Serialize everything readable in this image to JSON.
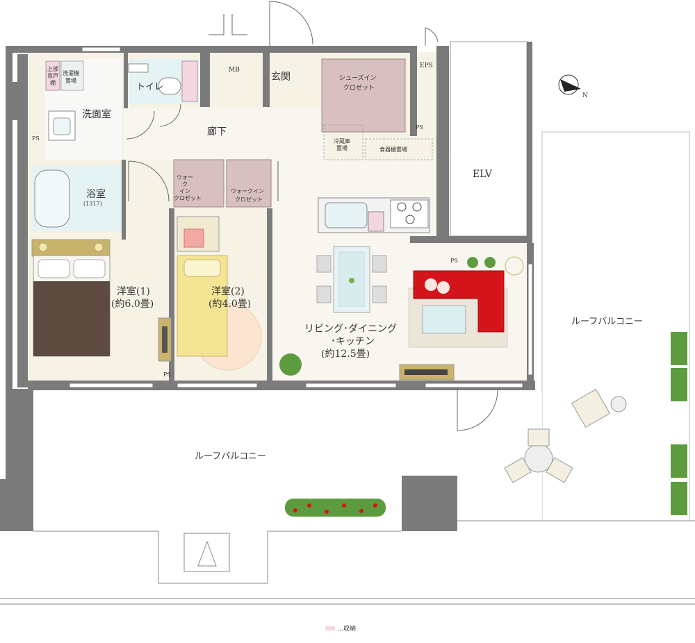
{
  "rooms": {
    "western1": {
      "name": "洋室(1)",
      "size": "(約6.0畳)"
    },
    "western2": {
      "name": "洋室(2)",
      "size": "(約4.0畳)"
    },
    "ldk_line1": "リビング･ダイニング",
    "ldk_line2": "･キッチン",
    "ldk_size": "(約12.5畳)",
    "washroom": "洗面室",
    "bath": "浴室",
    "bath_size": "(1317)",
    "toilet": "トイレ",
    "hallway": "廊下",
    "entrance": "玄関",
    "mb": "MB",
    "eps": "EPS",
    "elv": "ELV",
    "roof_balcony_right": "ルーフバルコニー",
    "roof_balcony_bottom": "ルーフバルコニー",
    "ps1": "PS",
    "ps2": "PS",
    "ps3": "PS",
    "ps4": "PS"
  },
  "storage": {
    "shoes_in_l1": "シューズイン",
    "shoes_in_l2": "クロゼット",
    "walkin1_l1": "ウォー",
    "walkin1_l2": "ク",
    "walkin1_l3": "イン",
    "walkin1_l4": "クロゼット",
    "walkin2_l1": "ウォークイン",
    "walkin2_l2": "クロゼット",
    "washer_l1": "洗濯機",
    "washer_l2": "置場",
    "upper_shelf_l1": "上部",
    "upper_shelf_l2": "吊戸",
    "upper_shelf_l3": "棚",
    "fridge_l1": "冷蔵庫",
    "fridge_l2": "置場",
    "dish_shelf": "食器棚置場"
  },
  "legend": {
    "label": "…収納",
    "swatch_color": "#f3d6df"
  },
  "colors": {
    "wall": "#7b7b7b",
    "floor": "#f6f3e6",
    "storage": "#d9c0c0",
    "storage_pink": "#f3d6df",
    "wet_area": "#e6f3f4",
    "sofa": "#d4141b",
    "rug": "#ece6da",
    "bed_cover": "#f4e594",
    "bed_dark": "#5e4b40"
  }
}
